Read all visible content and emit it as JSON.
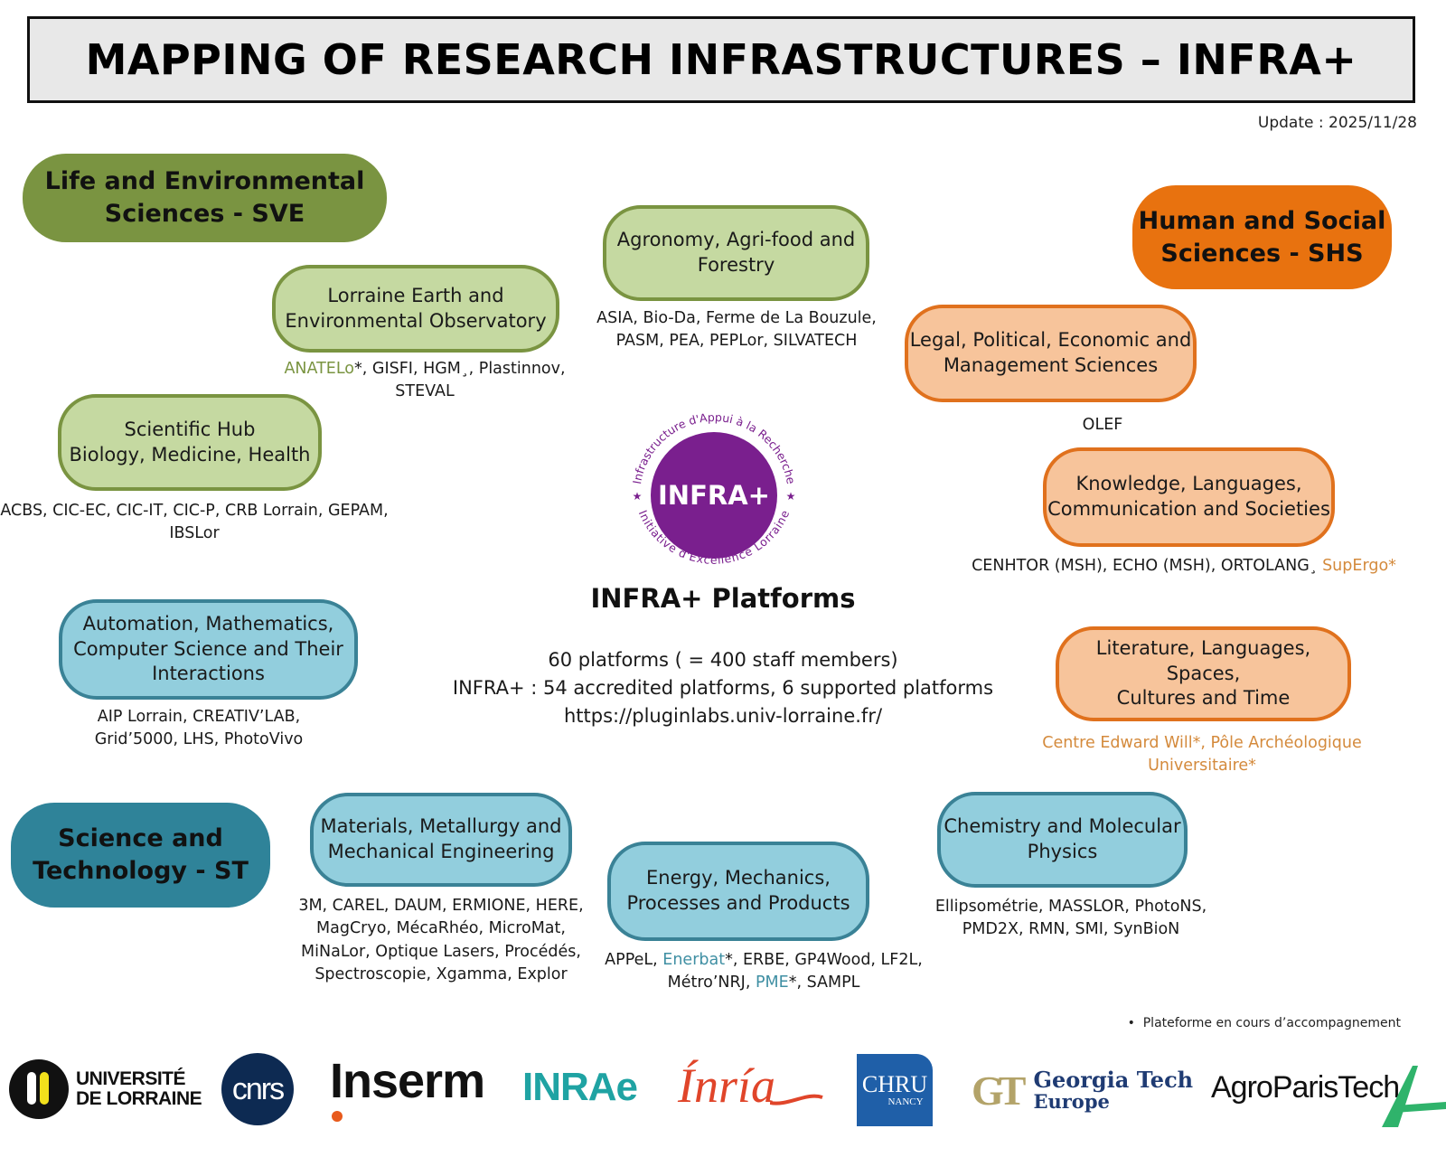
{
  "header": {
    "title": "MAPPING OF RESEARCH INFRASTRUCTURES – INFRA+",
    "update": "Update : 2025/11/28"
  },
  "colors": {
    "sve_dark": "#7a9441",
    "sve_light": "#c5d9a1",
    "shs_dark": "#e8720f",
    "shs_light": "#f7c49b",
    "st_dark": "#2f8399",
    "st_light": "#92cedd",
    "infra_purple": "#7a1f8e"
  },
  "domains": {
    "sve": {
      "label": "Life and Environmental\nSciences - SVE"
    },
    "shs": {
      "label": "Human and Social\nSciences - SHS"
    },
    "st": {
      "label": "Science and\nTechnology  - ST"
    }
  },
  "clusters": {
    "earth": {
      "label": "Lorraine Earth and\nEnvironmental Observatory",
      "highlight": "ANATELo",
      "star": "*",
      "rest_line1": ", GISFI, HGM¸, Plastinnov,",
      "rest_line2": "STEVAL"
    },
    "agro": {
      "label": "Agronomy, Agri-food and\nForestry",
      "line1": "ASIA, Bio-Da, Ferme de La Bouzule,",
      "line2": "PASM, PEA, PEPLor,  SILVATECH"
    },
    "bio": {
      "label": "Scientific Hub\nBiology, Medicine, Health",
      "line1": "ACBS, CIC-EC, CIC-IT, CIC-P, CRB Lorrain, GEPAM,",
      "line2": "IBSLor"
    },
    "legal": {
      "label": "Legal, Political, Economic and\nManagement Sciences",
      "line1": "OLEF"
    },
    "knowledge": {
      "label": "Knowledge, Languages,\nCommunication and Societies",
      "line1": "CENHTOR (MSH), ECHO (MSH), ORTOLANG¸ ",
      "highlight": "SupErgo*"
    },
    "literature": {
      "label": "Literature, Languages, Spaces,\nCultures and Time",
      "line1": "Centre Edward Will*, Pôle Archéologique",
      "line2": "Universitaire*"
    },
    "automation": {
      "label": "Automation, Mathematics,\nComputer Science and Their\nInteractions",
      "line1": "AIP Lorrain, CREATIV’LAB,",
      "line2": "Grid’5000, LHS, PhotoVivo"
    },
    "materials": {
      "label": "Materials, Metallurgy and\nMechanical Engineering",
      "line1": "3M, CAREL, DAUM, ERMIONE, HERE,",
      "line2": "MagCryo, MécaRhéo, MicroMat,",
      "line3": "MiNaLor, Optique Lasers, Procédés,",
      "line4": "Spectroscopie, Xgamma, Explor"
    },
    "energy": {
      "label": "Energy, Mechanics,\nProcesses and Products",
      "l1a": "APPeL, ",
      "l1b": "Enerbat",
      "l1c": "*, ERBE, GP4Wood, LF2L,",
      "l2a": "Métro’NRJ, ",
      "l2b": "PME",
      "l2c": "*, SAMPL"
    },
    "chemistry": {
      "label": "Chemistry and Molecular\nPhysics",
      "line1": "Ellipsométrie, MASSLOR, PhotoNS,",
      "line2": "PMD2X, RMN, SMI, SynBioN"
    }
  },
  "center": {
    "badge_text": "INFRA+",
    "ring_top": "Infrastructure d'Appui à la Recherche",
    "ring_bottom": "Initiative d'Excellence Lorraine",
    "title": "INFRA+ Platforms",
    "stat1": "60 platforms ( = 400 staff members)",
    "stat2": "INFRA+ : 54 accredited platforms, 6 supported  platforms",
    "url": "https://pluginlabs.univ-lorraine.fr/"
  },
  "legend": {
    "bullet": "•",
    "text": "Plateforme en cours d’accompagnement"
  },
  "logos": {
    "ul_line1": "UNIVERSITÉ",
    "ul_line2": "DE LORRAINE",
    "cnrs": "cnrs",
    "inserm": "Inserm",
    "inrae": "INRAe",
    "inria": "Ínría",
    "chru_line1": "CHRU",
    "chru_line2": "NANCY",
    "gt_mark": "GT",
    "gt_line1": "Georgia Tech",
    "gt_line2": "Europe",
    "agro": "AgroParisTech"
  }
}
